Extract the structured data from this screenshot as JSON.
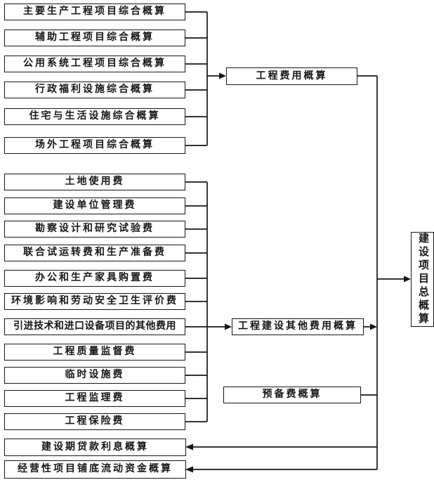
{
  "canvas": {
    "background": "#ffffff",
    "line_color": "#161616",
    "text_color": "#161616"
  },
  "engineering_group": {
    "items": [
      "主要生产工程项目综合概算",
      "辅助工程项目综合概算",
      "公用系统工程项目综合概算",
      "行政福利设施综合概算",
      "住宅与生活设施综合概算",
      "场外工程项目综合概算"
    ],
    "summary": "工程费用概算"
  },
  "other_cost_group": {
    "items": [
      "土地使用费",
      "建设单位管理费",
      "勘察设计和研究试验费",
      "联合试运转费和生产准备费",
      "办公和生产家具购置费",
      "环境影响和劳动安全卫生评价费",
      "引进技术和进口设备项目的其他费用",
      "工程质量监督费",
      "临时设施费",
      "工程监理费",
      "工程保险费"
    ],
    "summary": "工程建设其他费用概算"
  },
  "reserve_fund": "预备费概算",
  "loan_interest": "建设期贷款利息概算",
  "working_capital": "经营性项目铺底流动资金概算",
  "total_estimate": "建设项目总概算"
}
